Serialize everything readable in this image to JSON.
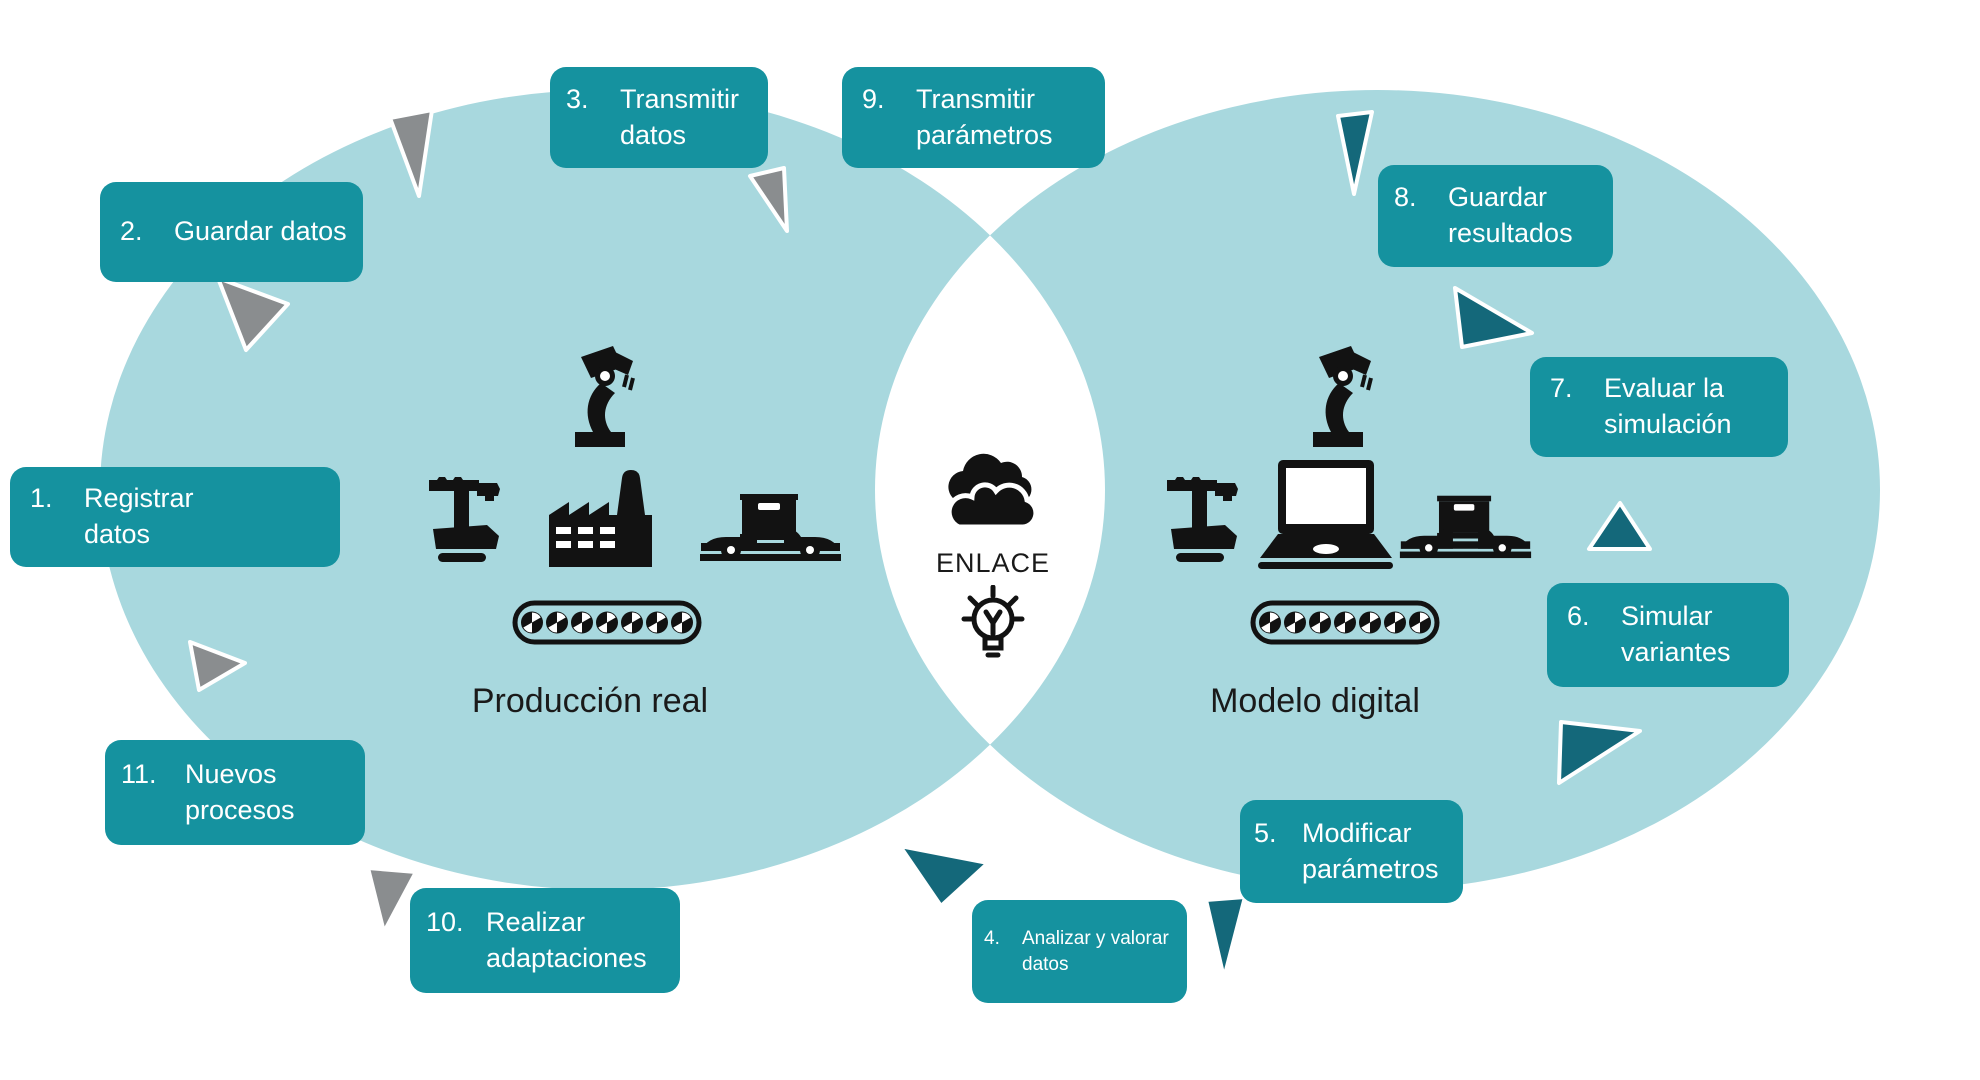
{
  "colors": {
    "box_teal": "#15929f",
    "circle_fill": "#a8d8de",
    "arrow_gray": "#8a8d8f",
    "arrow_teal": "#14687a",
    "icon_black": "#121212",
    "text_dark": "#1a1a1a",
    "box_text": "#ffffff"
  },
  "left": {
    "label": "Producción real"
  },
  "right": {
    "label": "Modelo digital"
  },
  "center": {
    "label": "ENLACE"
  },
  "boxes": [
    {
      "num": "1.",
      "lines": [
        "Registrar",
        "datos"
      ]
    },
    {
      "num": "2.",
      "lines": [
        "Guardar datos"
      ]
    },
    {
      "num": "3.",
      "lines": [
        "Transmitir",
        "datos"
      ]
    },
    {
      "num": "4.",
      "lines": [
        "Analizar y valorar",
        "datos"
      ]
    },
    {
      "num": "5.",
      "lines": [
        "Modificar",
        "parámetros"
      ]
    },
    {
      "num": "6.",
      "lines": [
        "Simular",
        "variantes"
      ]
    },
    {
      "num": "7.",
      "lines": [
        "Evaluar la",
        "simulación"
      ]
    },
    {
      "num": "8.",
      "lines": [
        "Guardar",
        "resultados"
      ]
    },
    {
      "num": "9.",
      "lines": [
        "Transmitir",
        "parámetros"
      ]
    },
    {
      "num": "10.",
      "lines": [
        "Realizar",
        "adaptaciones"
      ]
    },
    {
      "num": "11.",
      "lines": [
        "Nuevos",
        "procesos"
      ]
    }
  ],
  "icons": {
    "left": [
      "robot-arm-icon",
      "agv-robot-icon",
      "factory-icon",
      "car-transport-icon",
      "conveyor-belt-icon"
    ],
    "center": [
      "cloud-link-icon",
      "lightbulb-icon"
    ],
    "right": [
      "robot-arm-icon",
      "agv-robot-icon",
      "laptop-icon",
      "car-transport-icon",
      "conveyor-belt-icon"
    ]
  }
}
